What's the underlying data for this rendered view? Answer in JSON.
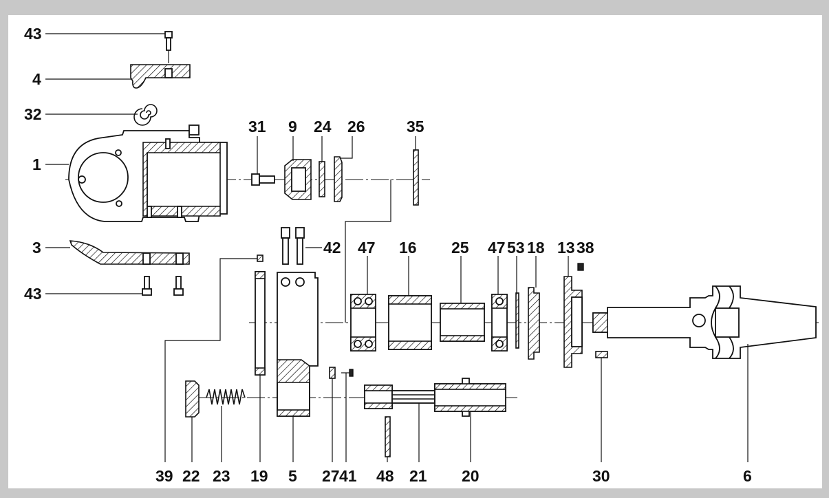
{
  "labels": {
    "p43a": "43",
    "p4": "4",
    "p32": "32",
    "p1": "1",
    "p3": "3",
    "p43b": "43",
    "p31": "31",
    "p9": "9",
    "p24": "24",
    "p26": "26",
    "p35": "35",
    "p42": "42",
    "p47a": "47",
    "p16": "16",
    "p25": "25",
    "p47b": "47",
    "p53": "53",
    "p18": "18",
    "p13": "13",
    "p38": "38",
    "p39": "39",
    "p22": "22",
    "p23": "23",
    "p19": "19",
    "p5": "5",
    "p27": "27",
    "p41": "41",
    "p48": "48",
    "p21": "21",
    "p20": "20",
    "p30": "30",
    "p6": "6"
  },
  "colors": {
    "background": "#c8c8c8",
    "paper": "#ffffff",
    "ink": "#111111"
  }
}
